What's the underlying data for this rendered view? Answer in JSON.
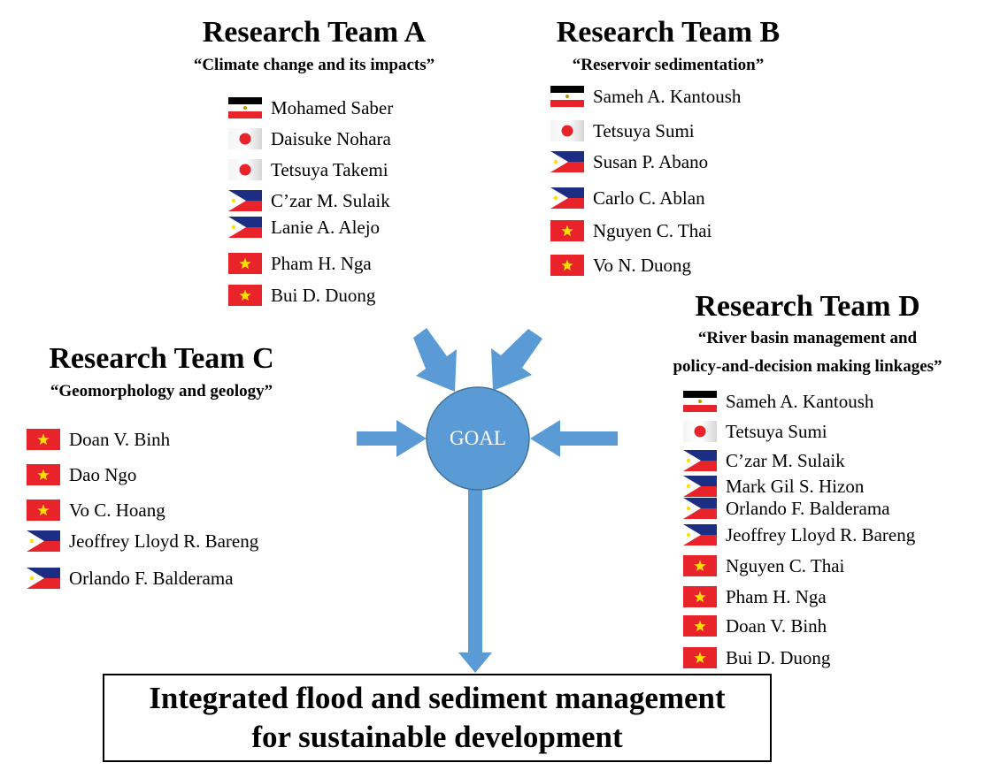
{
  "colors": {
    "arrow": "#5b9bd5",
    "goal_fill": "#5b9bd5",
    "goal_stroke": "#41719c",
    "flag_red": "#e8232a",
    "flag_star": "#ffde00",
    "flag_blue": "#1b2e84"
  },
  "teams": [
    {
      "id": "a",
      "title": "Research Team A",
      "theme": [
        "“Climate change and its impacts”"
      ],
      "members": [
        {
          "name": "Mohamed Saber",
          "flag": "egypt-flag-icon"
        },
        {
          "name": "Daisuke Nohara",
          "flag": "japan-flag-icon"
        },
        {
          "name": "Tetsuya Takemi",
          "flag": "japan-flag-icon"
        },
        {
          "name": "C’zar M. Sulaik",
          "flag": "philippines-flag-icon"
        },
        {
          "name": "Lanie A. Alejo",
          "flag": "philippines-flag-icon"
        },
        {
          "name": "Pham H. Nga",
          "flag": "vietnam-flag-icon"
        },
        {
          "name": "Bui D. Duong",
          "flag": "vietnam-flag-icon"
        }
      ]
    },
    {
      "id": "b",
      "title": "Research Team B",
      "theme": [
        "“Reservoir sedimentation”"
      ],
      "members": [
        {
          "name": "Sameh A. Kantoush",
          "flag": "egypt-flag-icon"
        },
        {
          "name": "Tetsuya Sumi",
          "flag": "japan-flag-icon"
        },
        {
          "name": "Susan P. Abano",
          "flag": "philippines-flag-icon"
        },
        {
          "name": "Carlo C. Ablan",
          "flag": "philippines-flag-icon"
        },
        {
          "name": "Nguyen C. Thai",
          "flag": "vietnam-flag-icon"
        },
        {
          "name": "Vo N. Duong",
          "flag": "vietnam-flag-icon"
        }
      ]
    },
    {
      "id": "c",
      "title": "Research Team C",
      "theme": [
        "“Geomorphology and geology”"
      ],
      "members": [
        {
          "name": "Doan V. Binh",
          "flag": "vietnam-flag-icon"
        },
        {
          "name": "Dao Ngo",
          "flag": "vietnam-flag-icon"
        },
        {
          "name": "Vo C. Hoang",
          "flag": "vietnam-flag-icon"
        },
        {
          "name": "Jeoffrey Lloyd R. Bareng",
          "flag": "philippines-flag-icon"
        },
        {
          "name": "Orlando F. Balderama",
          "flag": "philippines-flag-icon"
        }
      ]
    },
    {
      "id": "d",
      "title": "Research Team D",
      "theme": [
        "“River basin management and",
        "policy-and-decision making linkages”"
      ],
      "members": [
        {
          "name": "Sameh A. Kantoush",
          "flag": "egypt-flag-icon"
        },
        {
          "name": "Tetsuya Sumi",
          "flag": "japan-flag-icon"
        },
        {
          "name": "C’zar M. Sulaik",
          "flag": "philippines-flag-icon"
        },
        {
          "name": "Mark Gil S. Hizon",
          "flag": "philippines-flag-icon"
        },
        {
          "name": "Orlando F. Balderama",
          "flag": "philippines-flag-icon"
        },
        {
          "name": "Jeoffrey Lloyd R. Bareng",
          "flag": "philippines-flag-icon"
        },
        {
          "name": "Nguyen C. Thai",
          "flag": "vietnam-flag-icon"
        },
        {
          "name": "Pham H. Nga",
          "flag": "vietnam-flag-icon"
        },
        {
          "name": "Doan V. Binh",
          "flag": "vietnam-flag-icon"
        },
        {
          "name": "Bui D. Duong",
          "flag": "vietnam-flag-icon"
        }
      ]
    }
  ],
  "goal": {
    "label": "GOAL"
  },
  "outcome": {
    "line1": "Integrated flood and sediment management",
    "line2": "for sustainable development"
  }
}
